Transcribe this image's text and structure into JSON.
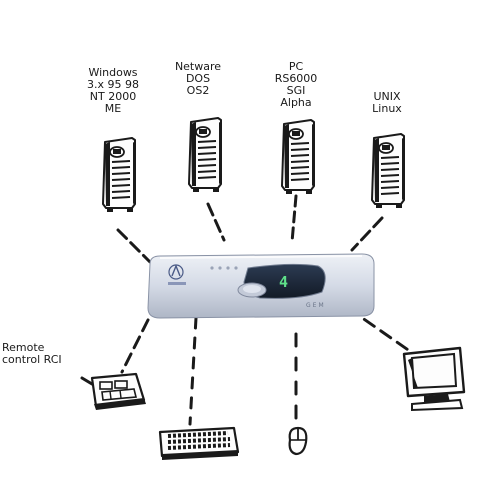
{
  "groups": {
    "windows": [
      "Windows",
      "3.x 95 98",
      "NT 2000",
      "ME"
    ],
    "netware": [
      "Netware",
      "DOS",
      "OS2"
    ],
    "pc": [
      "PC",
      "RS6000",
      "SGI",
      "Alpha"
    ],
    "unix": [
      "UNIX",
      "Linux"
    ]
  },
  "remote": [
    "Remote",
    "control RCI"
  ],
  "switch": {
    "display": "4",
    "model": "GEM"
  },
  "colors": {
    "ink": "#1a1a1a",
    "switch_body": "#d7dde8",
    "display": "#1e2a3a",
    "digit": "#5fe08a"
  }
}
